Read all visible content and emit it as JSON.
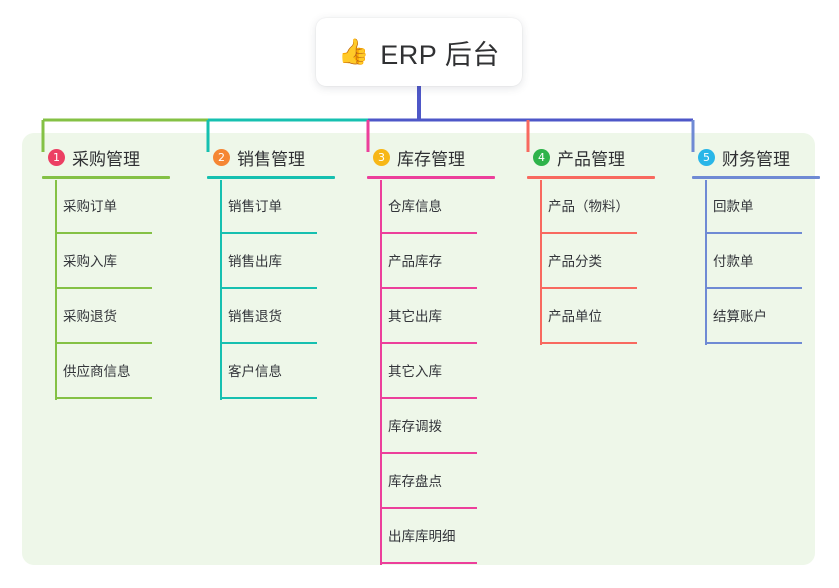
{
  "diagram": {
    "type": "tree",
    "background_color": "#ffffff",
    "panel_color": "#eef7e9",
    "root": {
      "icon": "thumbs-up-icon",
      "icon_glyph": "👍",
      "title": "ERP 后台",
      "card_color": "#ffffff",
      "trunk_color": "#4e57c8"
    },
    "bus_segments": [
      {
        "from": "col1",
        "to": "col2",
        "color": "#84c145"
      },
      {
        "from": "col2",
        "to": "col3",
        "color": "#16c0b0"
      },
      {
        "from": "col3",
        "to": "col5",
        "color": "#4e57c8"
      }
    ],
    "columns": [
      {
        "index": "1",
        "badge_color": "#ec3f63",
        "line_color": "#84c145",
        "stub_color": "#84c145",
        "title": "采购管理",
        "items": [
          {
            "label": "采购订单"
          },
          {
            "label": "采购入库"
          },
          {
            "label": "采购退货"
          },
          {
            "label": "供应商信息"
          }
        ]
      },
      {
        "index": "2",
        "badge_color": "#f58634",
        "line_color": "#16c0b0",
        "stub_color": "#16c0b0",
        "title": "销售管理",
        "items": [
          {
            "label": "销售订单"
          },
          {
            "label": "销售出库"
          },
          {
            "label": "销售退货"
          },
          {
            "label": "客户信息"
          }
        ]
      },
      {
        "index": "3",
        "badge_color": "#f7b717",
        "line_color": "#ec3f9b",
        "stub_color": "#ec3f9b",
        "title": "库存管理",
        "items": [
          {
            "label": "仓库信息"
          },
          {
            "label": "产品库存"
          },
          {
            "label": "其它出库"
          },
          {
            "label": "其它入库"
          },
          {
            "label": "库存调拨"
          },
          {
            "label": "库存盘点"
          },
          {
            "label": "出库库明细"
          }
        ]
      },
      {
        "index": "4",
        "badge_color": "#2eb34a",
        "line_color": "#f8695f",
        "stub_color": "#f8695f",
        "title": "产品管理",
        "items": [
          {
            "label": "产品（物料）"
          },
          {
            "label": "产品分类"
          },
          {
            "label": "产品单位"
          }
        ]
      },
      {
        "index": "5",
        "badge_color": "#29b6e8",
        "line_color": "#6f8ad4",
        "stub_color": "#6f8ad4",
        "title": "财务管理",
        "items": [
          {
            "label": "回款单"
          },
          {
            "label": "付款单"
          },
          {
            "label": "结算账户"
          }
        ]
      }
    ]
  }
}
